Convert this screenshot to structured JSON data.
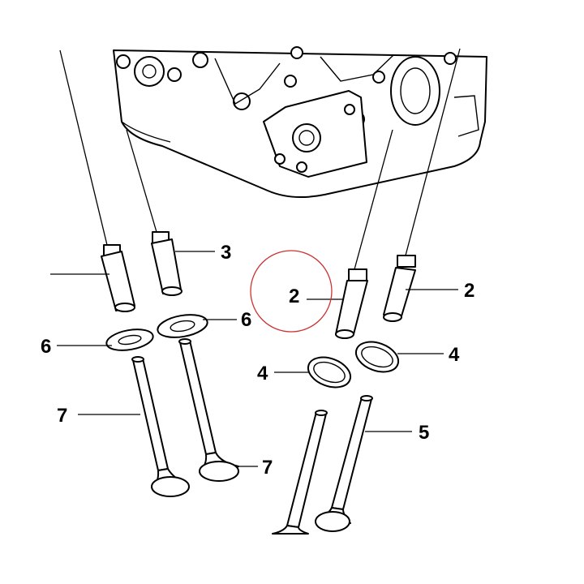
{
  "callouts": {
    "valve_guide_left": "3",
    "valve_guide_right_a": "2",
    "valve_guide_right_b": "2",
    "seal_ring_left_a": "6",
    "seal_ring_left_b": "6",
    "seal_ring_right_a": "4",
    "seal_ring_right_b": "4",
    "valve_left_a": "7",
    "valve_left_b": "7",
    "valve_right": "5"
  },
  "highlight": {
    "color": "#cc3333",
    "target": "2"
  },
  "colors": {
    "line": "#000000",
    "background": "#ffffff"
  }
}
